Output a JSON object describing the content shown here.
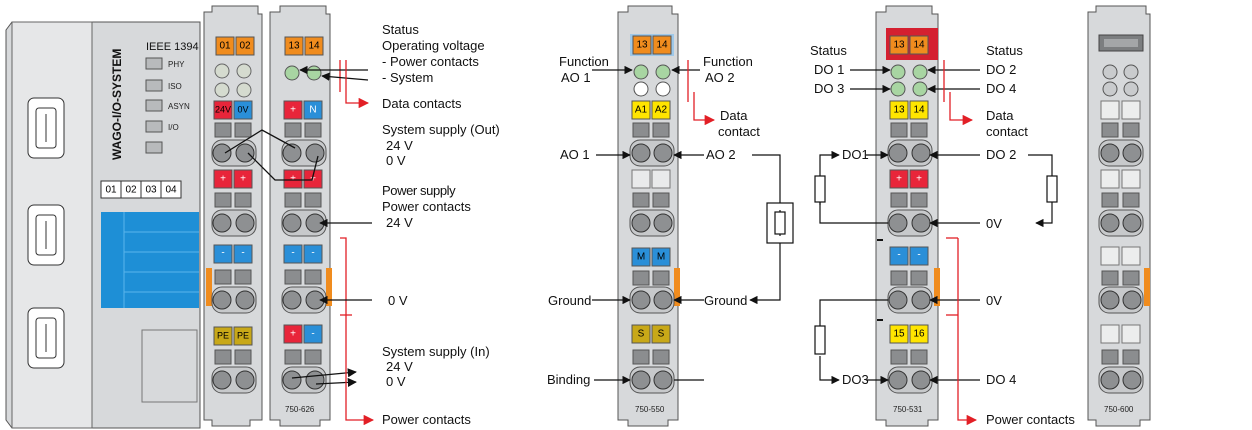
{
  "coupler": {
    "brand": "WAGO-I/O-SYSTEM",
    "interface": "IEEE 1394",
    "leds": [
      "PHY",
      "ISO",
      "ASYN",
      "I/O"
    ],
    "ports": [
      "01",
      "02",
      "03",
      "04"
    ]
  },
  "mod_626": {
    "id": "750-626",
    "led_labels": [
      "01",
      "02"
    ],
    "left_marks": [
      "24V",
      "0V"
    ],
    "top_right": [
      "13",
      "14"
    ],
    "right_marks": [
      "+",
      "N"
    ],
    "plus": [
      "+",
      "+"
    ],
    "minus": [
      "-",
      "-"
    ],
    "pe": [
      "PE",
      "PE"
    ],
    "bot_right": [
      "+",
      "-"
    ],
    "status": "Status",
    "op_voltage": "Operating voltage",
    "pc_line": "- Power contacts",
    "sys_line": "- System",
    "data_contacts": "Data contacts",
    "sys_supply_out": "System supply (Out)",
    "v24": "24 V",
    "v0": "0 V",
    "power_supply": "Power supply",
    "power_contacts_line": "Power contacts",
    "sys_supply_in": "System supply (In)",
    "power_contacts_label": "Power contacts"
  },
  "mod_550": {
    "id": "750-550",
    "top": [
      "13",
      "14"
    ],
    "ch": [
      "A1",
      "A2"
    ],
    "m": [
      "M",
      "M"
    ],
    "s": [
      "S",
      "S"
    ],
    "function_l": "Function",
    "ao1": "AO 1",
    "function_r": "Function",
    "ao2": "AO 2",
    "data": "Data",
    "contact": "contact",
    "ao1_term": "AO 1",
    "ao2_term": "AO 2",
    "ground_l": "Ground",
    "ground_r": "Ground",
    "binding": "Binding"
  },
  "mod_531": {
    "id": "750-531",
    "top": [
      "13",
      "14"
    ],
    "mid": [
      "13",
      "14"
    ],
    "plus": [
      "+",
      "+"
    ],
    "minus": [
      "-",
      "-"
    ],
    "bot": [
      "15",
      "16"
    ],
    "status_l": "Status",
    "do1": "DO 1",
    "do3": "DO 3",
    "status_r": "Status",
    "do2": "DO 2",
    "do4": "DO 4",
    "data": "Data",
    "contact": "contact",
    "do1_term": "DO1",
    "do2_term": "DO 2",
    "zero_a": "0V",
    "zero_b": "0V",
    "do3_term": "DO3",
    "do4_term": "DO 4",
    "power_contacts": "Power contacts"
  },
  "mod_600": {
    "id": "750-600"
  },
  "colors": {
    "orange": "#f08c1e",
    "red": "#e8253a",
    "blue": "#2a8fd8",
    "yellow": "#ffe500",
    "olive": "#c8a818",
    "gray": "#c9cbcd",
    "arrow_red": "#e21f26"
  }
}
